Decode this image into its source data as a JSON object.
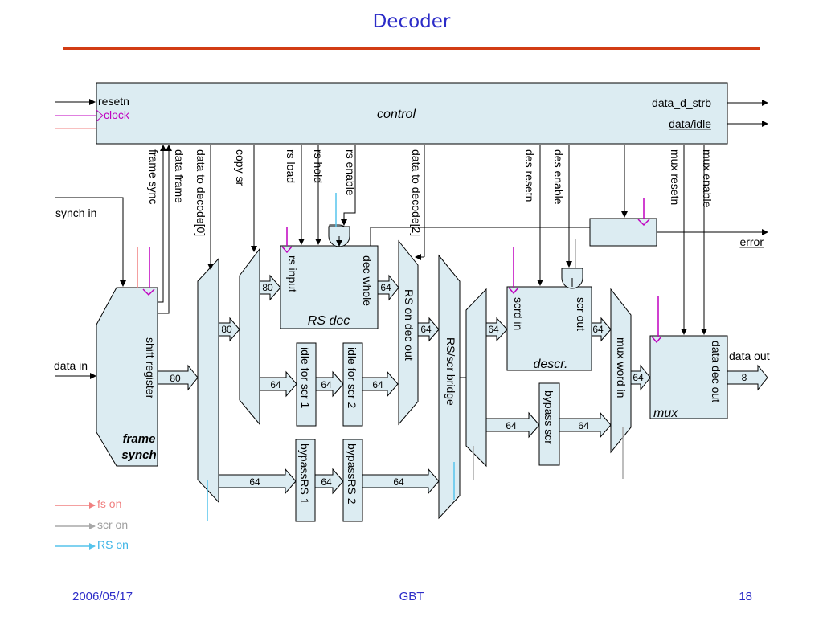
{
  "slide": {
    "title": "Decoder",
    "footer": {
      "date": "2006/05/17",
      "center": "GBT",
      "page": "18"
    }
  },
  "colors": {
    "block_fill": "#dcecf2",
    "title_blue": "#2c2cc8",
    "rule_red": "#d23c14",
    "clock_magenta": "#c000c0",
    "fs_pink": "#f08080",
    "scr_gray": "#a8a8a8",
    "rs_cyan": "#56c4ec"
  },
  "diagram": {
    "control": {
      "name": "control",
      "inputs": [
        "resetn",
        "clock"
      ],
      "outputs": [
        "data_d_strb",
        "data/idle"
      ],
      "signals": [
        "frame sync",
        "data frame",
        "data to decode[0]",
        "copy sr",
        "rs load",
        "rs hold",
        "rs enable",
        "data to decode[2]",
        "des resetn",
        "des enable",
        "mux resetn",
        "mux enable"
      ]
    },
    "frame_synch": {
      "name": "frame synch",
      "register": "shift register",
      "input": "synch in",
      "data_input": "data in",
      "bus": "80"
    },
    "rs_dec": {
      "name": "RS dec",
      "port_in": "rs input",
      "port_out": "dec whole",
      "bus_in": "80",
      "bus_out": "64"
    },
    "rs_on_dec_out": "RS on dec out",
    "idle_path": {
      "blocks": [
        "idle for scr 1",
        "idle for scr 2"
      ],
      "buses": [
        "64",
        "64",
        "64"
      ]
    },
    "bypass_rs": {
      "blocks": [
        "bypassRS 1",
        "bypassRS 2"
      ],
      "buses": [
        "64",
        "64",
        "64"
      ]
    },
    "rs_scr_bridge": "RS/scr bridge",
    "descr": {
      "name": "descr.",
      "port_in": "scrd in",
      "port_out": "scr out",
      "bus_in": "64",
      "bus_out": "64"
    },
    "bypass_scr": {
      "name": "bypass scr",
      "buses": [
        "64",
        "64"
      ]
    },
    "mux_word_in": "mux word in",
    "mux": {
      "name": "mux",
      "port_out": "data dec out",
      "output": "data out",
      "bus_in": "64",
      "bus_out": "8"
    },
    "error": "error",
    "mux1_bus": "80",
    "mux2_bus": "80",
    "bridge_bus_in": "64",
    "descr_mux_bus": "64"
  },
  "legend": [
    {
      "label": "fs on",
      "color": "#f08080"
    },
    {
      "label": "scr on",
      "color": "#a8a8a8"
    },
    {
      "label": "RS on",
      "color": "#56c4ec"
    }
  ]
}
